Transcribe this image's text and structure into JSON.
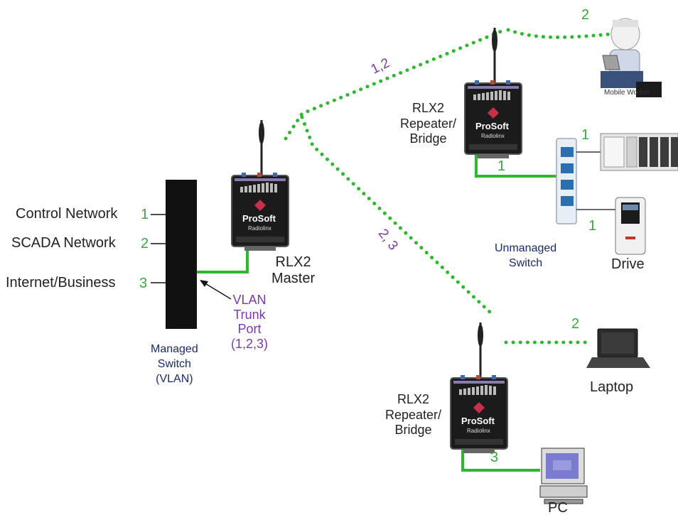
{
  "left_labels": {
    "control": {
      "text": "Control Network",
      "vlan": "1"
    },
    "scada": {
      "text": "SCADA Network",
      "vlan": "2"
    },
    "internet": {
      "text": "Internet/Business",
      "vlan": "3"
    }
  },
  "managed_switch": {
    "label": "Managed\nSwitch\n(VLAN)"
  },
  "vlan_trunk": {
    "label": "VLAN\nTrunk\nPort\n(1,2,3)"
  },
  "master": {
    "label": "RLX2\nMaster",
    "brand": "ProSoft",
    "sub": "Radiolinx"
  },
  "repeater_top": {
    "label": "RLX2\nRepeater/\nBridge",
    "brand": "ProSoft",
    "sub": "Radiolinx"
  },
  "repeater_bottom": {
    "label": "RLX2\nRepeater/\nBridge",
    "brand": "ProSoft",
    "sub": "Radiolinx"
  },
  "links": {
    "master_top": "1,2",
    "master_bottom": "2, 3",
    "mobile_worker": "2",
    "top_to_switch": "1",
    "switch_to_plc": "1",
    "switch_to_drive": "1",
    "laptop": "2",
    "pc": "3"
  },
  "devices": {
    "mobile_worker": "Mobile Worker",
    "unmanaged_switch": "Unmanaged\nSwitch",
    "drive": "Drive",
    "laptop": "Laptop",
    "pc": "PC"
  },
  "colors": {
    "green_link": "#2eb82e",
    "vlan_green": "#3aa83a",
    "purple": "#7a3aa8",
    "navy": "#1a2a6a"
  }
}
